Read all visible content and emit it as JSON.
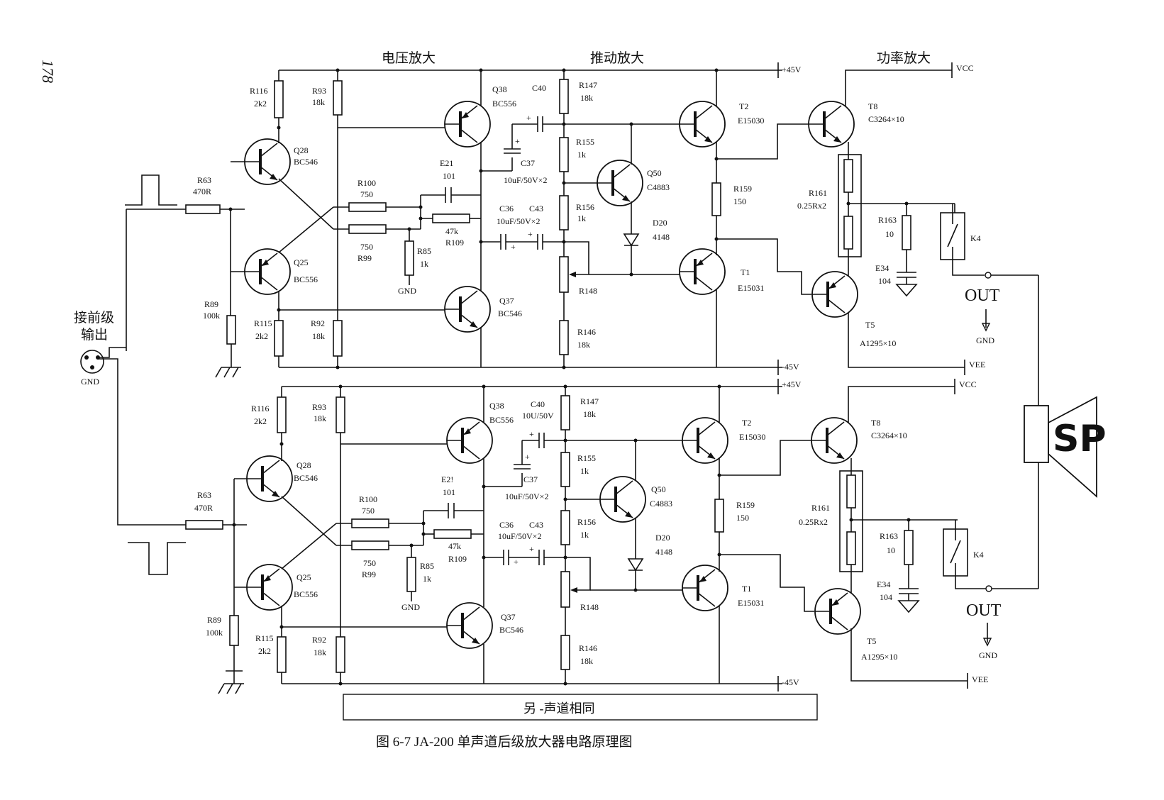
{
  "page_number": "178",
  "sections": {
    "voltage_amp": "电压放大",
    "driver_amp": "推动放大",
    "power_amp": "功率放大"
  },
  "input_label_line1": "接前级",
  "input_label_line2": "输出",
  "gnd": "GND",
  "out": "OUT",
  "rails": {
    "pos45": "+45V",
    "neg45": "-45V",
    "vcc": "VCC",
    "vee": "VEE"
  },
  "channel_top": {
    "R116": "R116",
    "R116_v": "2k2",
    "R93": "R93",
    "R93_v": "18k",
    "Q38": "Q38",
    "Q38_t": "BC556",
    "C40": "C40",
    "R147": "R147",
    "R147_v": "18k",
    "T2": "T2",
    "T2_t": "E15030",
    "T8": "T8",
    "T8_t": "C3264×10",
    "Q28": "Q28",
    "Q28_t": "BC546",
    "E21": "E21",
    "E21_v": "101",
    "C37": "C37",
    "C37_v": "10uF/50V×2",
    "R155": "R155",
    "R155_v": "1k",
    "Q50": "Q50",
    "Q50_t": "C4883",
    "R63": "R63",
    "R63_v": "470R",
    "R100": "R100",
    "R100_v": "750",
    "C36": "C36",
    "C43": "C43",
    "C36_v": "10uF/50V×2",
    "R156": "R156",
    "R156_v": "1k",
    "D20": "D20",
    "D20_v": "4148",
    "R159": "R159",
    "R159_v": "150",
    "R161": "R161",
    "R161_v": "0.25Rx2",
    "R163": "R163",
    "R163_v": "10",
    "K4": "K4",
    "R109_v": "47k",
    "R109": "R109",
    "R99_v": "750",
    "R99": "R99",
    "R85": "R85",
    "R85_v": "1k",
    "Q25": "Q25",
    "Q25_t": "BC556",
    "T1": "T1",
    "T1_t": "E15031",
    "E34": "E34",
    "E34_v": "104",
    "R148": "R148",
    "R89": "R89",
    "R89_v": "100k",
    "Q37": "Q37",
    "Q37_t": "BC546",
    "R115": "R115",
    "R115_v": "2k2",
    "R92": "R92",
    "R92_v": "18k",
    "R146": "R146",
    "R146_v": "18k",
    "T5": "T5",
    "T5_t": "A1295×10"
  },
  "channel_bottom": {
    "C40_v": "10U/50V",
    "E21": "E2!",
    "R161_v": "0.25Rx2"
  },
  "speaker": "SP",
  "note": "另 -声道相同",
  "caption": "图 6-7   JA-200 单声道后级放大器电路原理图"
}
